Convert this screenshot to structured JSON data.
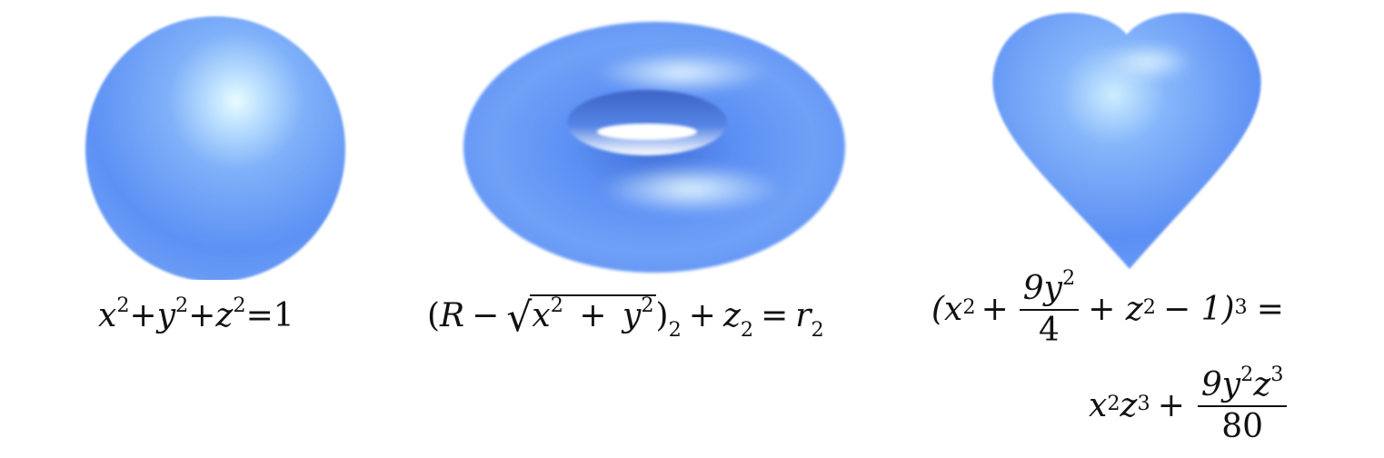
{
  "figures": [
    {
      "id": "sphere",
      "equation": {
        "text_parts": [
          "x",
          "2",
          "+",
          "y",
          "2",
          "+",
          "z",
          "2",
          "=",
          "1"
        ]
      }
    },
    {
      "id": "torus",
      "equation": {
        "open": "(",
        "R": "R",
        "minus": "−",
        "sqrt_body_parts": [
          "x",
          "2",
          "+",
          "y",
          "2"
        ],
        "close": ")",
        "outer_exp": "2",
        "plus": "+",
        "z": "z",
        "z_exp": "2",
        "equals": "=",
        "r": "r",
        "r_exp": "2"
      }
    },
    {
      "id": "heart",
      "equation": {
        "line1_left": "(x",
        "line1_exp1": "2",
        "line1_plus1": "+",
        "frac1_num": "9y",
        "frac1_num_exp": "2",
        "frac1_den": "4",
        "line1_plus2": "+ z",
        "line1_exp2": "2",
        "line1_tail": "− 1)",
        "line1_exp3": "3",
        "line1_equals": "=",
        "line2_x": "x",
        "line2_x_exp": "2",
        "line2_z": "z",
        "line2_z_exp": "3",
        "line2_plus": "+",
        "frac2_num_a": "9y",
        "frac2_num_a_exp": "2",
        "frac2_num_b": "z",
        "frac2_num_b_exp": "3",
        "frac2_den": "80"
      }
    }
  ],
  "colors": {
    "shape_base": "#5b8ff5",
    "shape_light": "#e8fbff",
    "shape_dark": "#3f6fd8"
  }
}
